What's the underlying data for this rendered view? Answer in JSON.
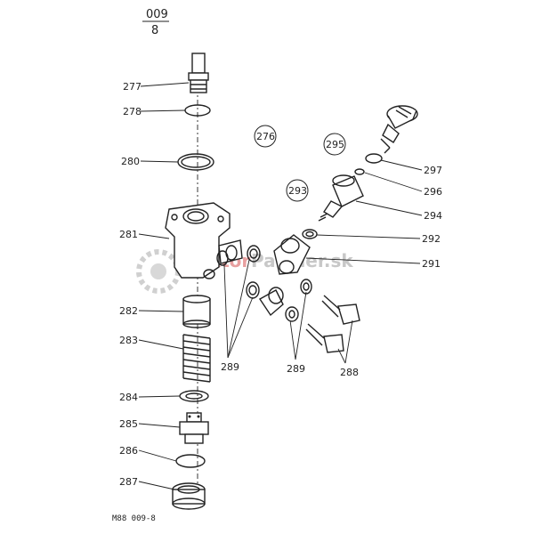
{
  "header": {
    "top": "009",
    "bottom": "8"
  },
  "watermark": {
    "part1": "Traktor",
    "part2": "Partner.sk",
    "color1": "#e8a0a0",
    "color2": "#c8c8c8"
  },
  "parts": [
    {
      "id": "277",
      "label": "277"
    },
    {
      "id": "278",
      "label": "278"
    },
    {
      "id": "280",
      "label": "280"
    },
    {
      "id": "281",
      "label": "281"
    },
    {
      "id": "282",
      "label": "282"
    },
    {
      "id": "283",
      "label": "283"
    },
    {
      "id": "284",
      "label": "284"
    },
    {
      "id": "285",
      "label": "285"
    },
    {
      "id": "286",
      "label": "286"
    },
    {
      "id": "287",
      "label": "287"
    },
    {
      "id": "289",
      "label": "289"
    },
    {
      "id": "289b",
      "label": "289"
    },
    {
      "id": "288",
      "label": "288"
    },
    {
      "id": "291",
      "label": "291"
    },
    {
      "id": "292",
      "label": "292"
    },
    {
      "id": "294",
      "label": "294"
    },
    {
      "id": "296",
      "label": "296"
    },
    {
      "id": "297",
      "label": "297"
    }
  ],
  "circled_refs": [
    {
      "id": "276",
      "label": "276"
    },
    {
      "id": "295",
      "label": "295"
    },
    {
      "id": "293",
      "label": "293"
    }
  ],
  "footer": {
    "code": "M88  009-8"
  }
}
